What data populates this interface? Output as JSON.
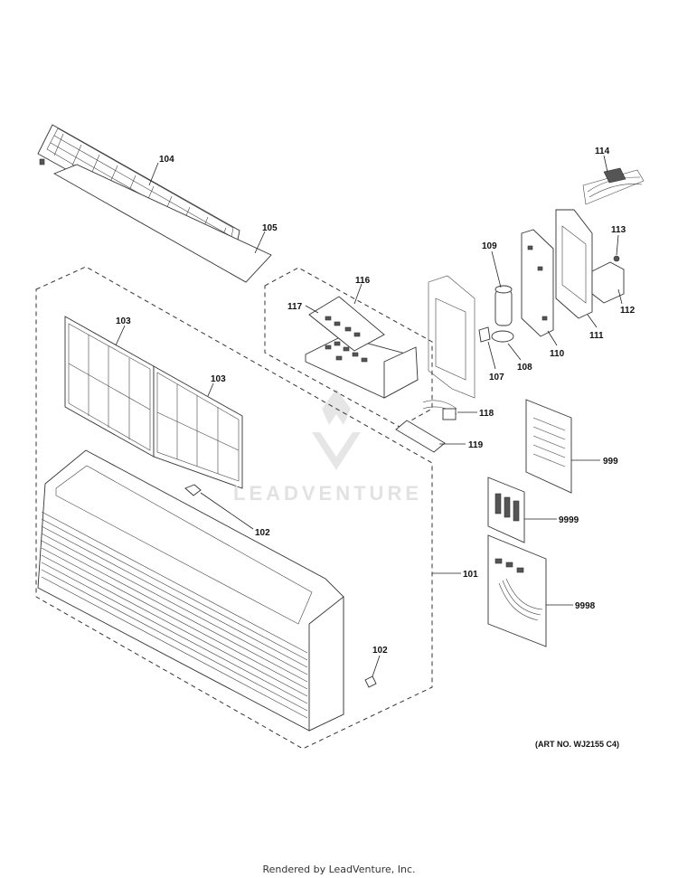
{
  "labels": {
    "p104": "104",
    "p105": "105",
    "p103a": "103",
    "p103b": "103",
    "p116": "116",
    "p117": "117",
    "p102a": "102",
    "p102b": "102",
    "p101": "101",
    "p109": "109",
    "p107": "107",
    "p108": "108",
    "p110": "110",
    "p111": "111",
    "p112": "112",
    "p113": "113",
    "p114": "114",
    "p118": "118",
    "p119": "119",
    "p999": "999",
    "p9999": "9999",
    "p9998": "9998"
  },
  "art_number": "(ART NO. WJ2155 C4)",
  "watermark": "LEADVENTURE",
  "footer": "Rendered by LeadVenture, Inc."
}
